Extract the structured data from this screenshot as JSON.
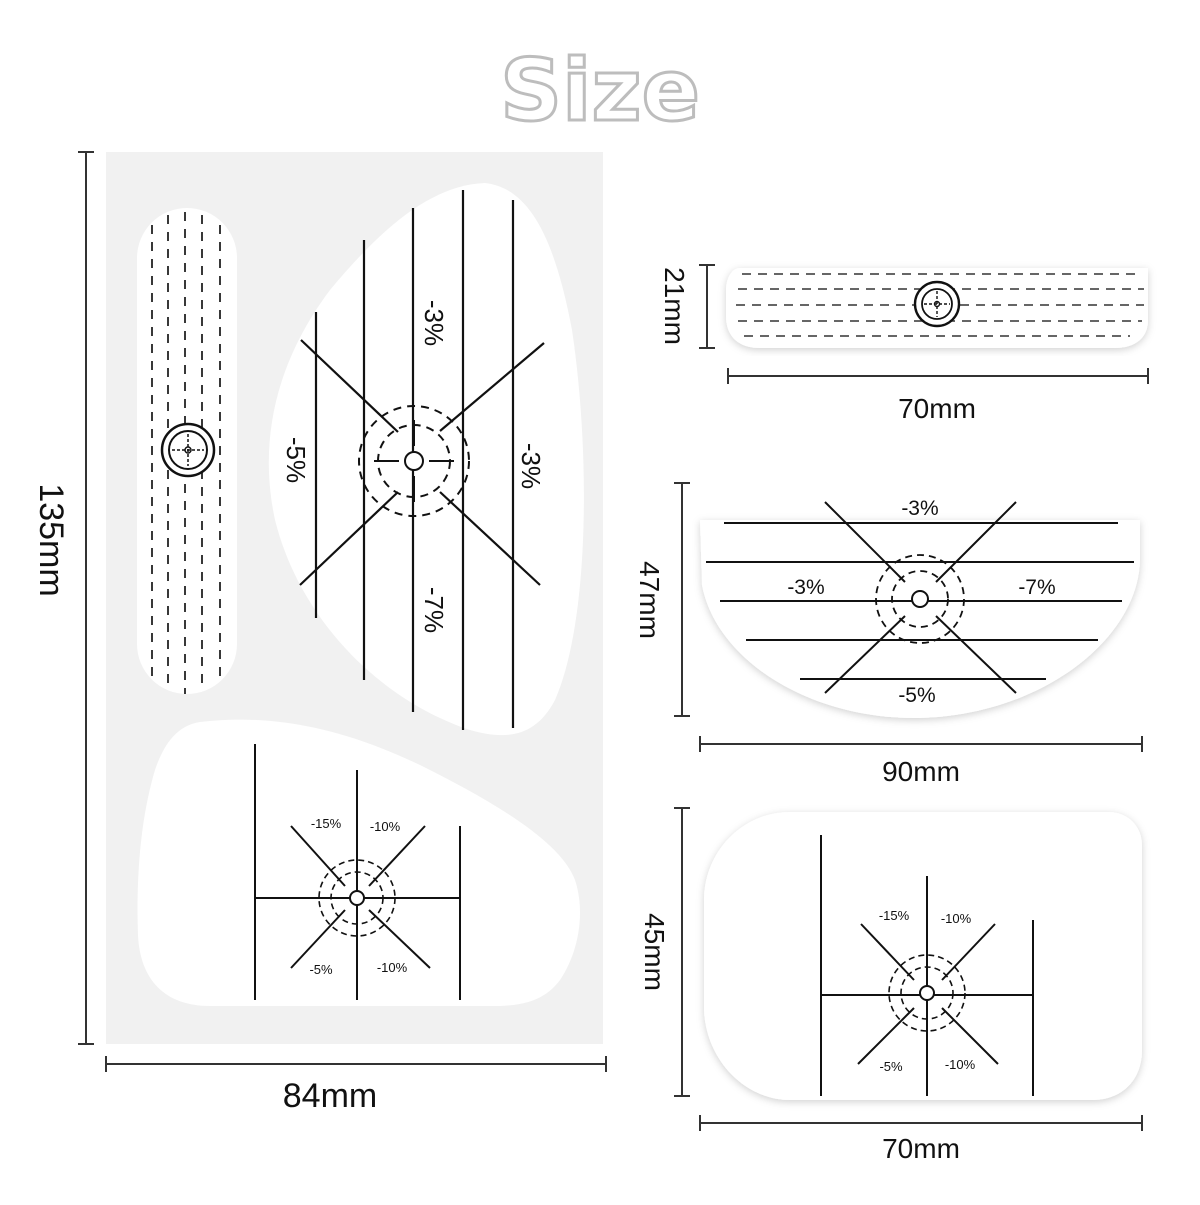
{
  "title": "Size",
  "dimensions": {
    "sheet_height": "135mm",
    "sheet_width": "84mm",
    "strip_height": "21mm",
    "strip_width": "70mm",
    "half_height": "47mm",
    "half_width": "90mm",
    "rect_height": "45mm",
    "rect_width": "70mm"
  },
  "labels": {
    "big_top": "-3%",
    "big_left": "-5%",
    "big_right": "-3%",
    "big_bottom": "-7%",
    "tri_tl": "-15%",
    "tri_tr": "-10%",
    "tri_bl": "-5%",
    "tri_br": "-10%",
    "half_top": "-3%",
    "half_left": "-3%",
    "half_right": "-7%",
    "half_bottom": "-5%",
    "rect_tl": "-15%",
    "rect_tr": "-10%",
    "rect_bl": "-5%",
    "rect_br": "-10%"
  },
  "colors": {
    "sheet": "#f1f1f1",
    "sticker": "#ffffff",
    "ink": "#111111",
    "title_fill": "#ffffff",
    "title_stroke": "#bdbdbd"
  }
}
